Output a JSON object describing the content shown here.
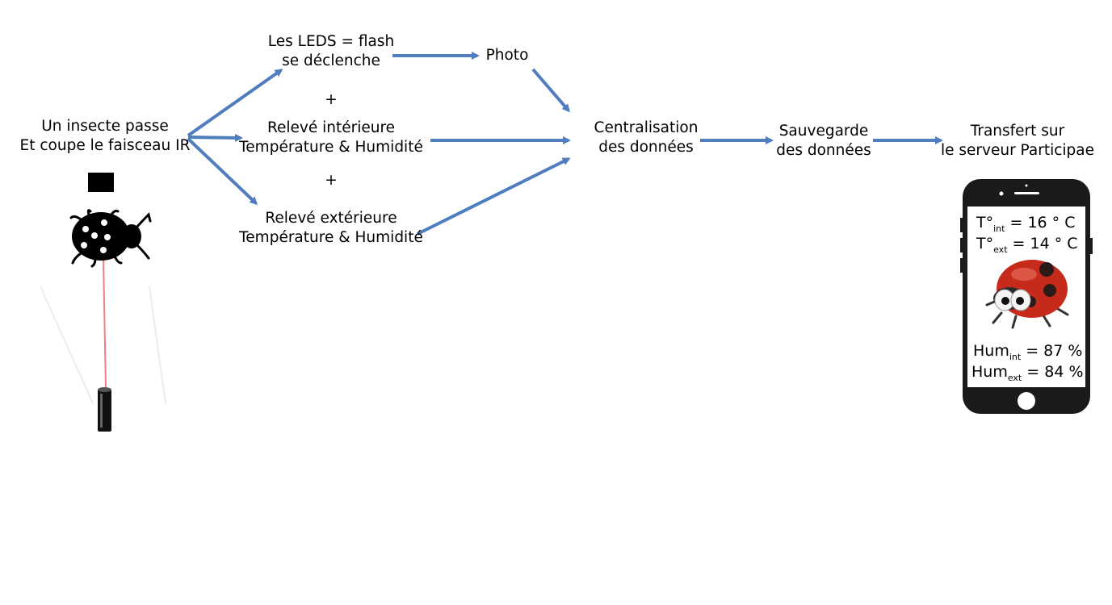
{
  "nodes": {
    "insect": {
      "line1": "Un insecte passe",
      "line2": "Et coupe le faisceau IR"
    },
    "leds": {
      "line1": "Les LEDS = flash",
      "line2": "se déclenche"
    },
    "photo": {
      "line1": "Photo"
    },
    "plus1": "+",
    "interior": {
      "line1": "Relevé intérieure",
      "line2": "Température & Humidité"
    },
    "plus2": "+",
    "exterior": {
      "line1": "Relevé extérieure",
      "line2": "Température & Humidité"
    },
    "central": {
      "line1": "Centralisation",
      "line2": "des données"
    },
    "save": {
      "line1": "Sauvegarde",
      "line2": "des données"
    },
    "transfer": {
      "line1": "Transfert sur",
      "line2": "le serveur Participae"
    }
  },
  "phone": {
    "t_int": {
      "prefix": "T°",
      "sub": "int",
      "value": " = 16 ° C"
    },
    "t_ext": {
      "prefix": "T°",
      "sub": "ext",
      "value": " = 14 ° C"
    },
    "hum_int": {
      "prefix": "Hum",
      "sub": "int",
      "value": " = 87 %"
    },
    "hum_ext": {
      "prefix": "Hum",
      "sub": "ext",
      "value": " = 84 %"
    }
  },
  "colors": {
    "arrow": "#4f7dbd",
    "laser": "#f08080",
    "phone": "#1a1a1a",
    "ladybug": "#c62a1a"
  }
}
